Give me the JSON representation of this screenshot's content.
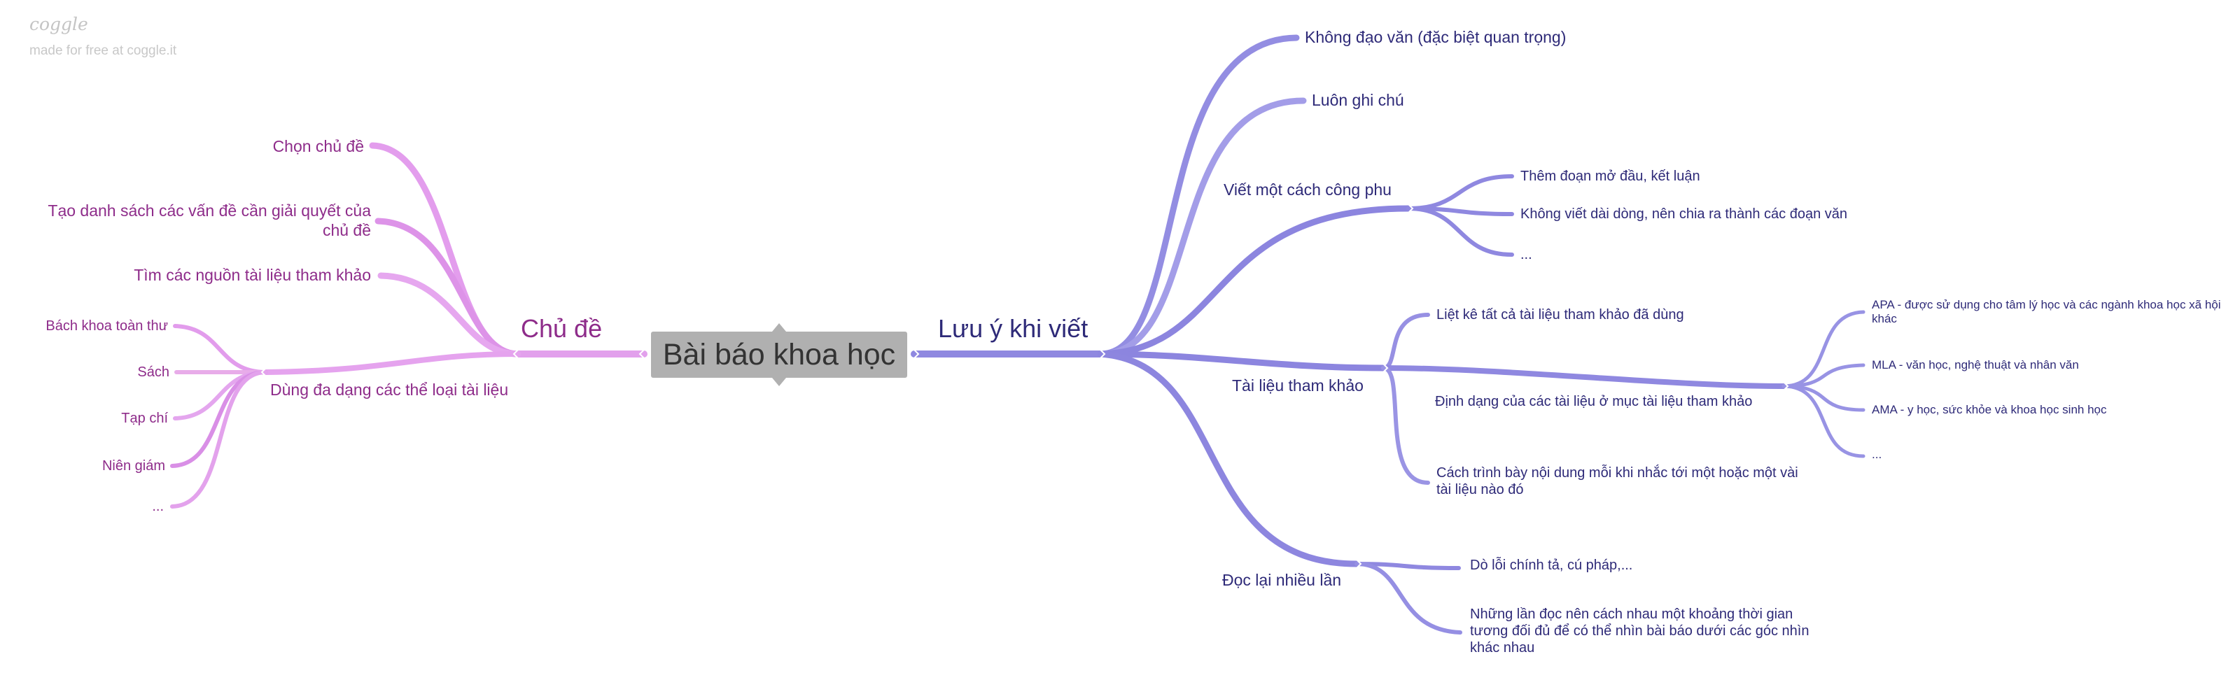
{
  "brand": {
    "logo": "coggle",
    "tagline": "made for free at coggle.it"
  },
  "root": "Bài báo khoa học",
  "left": {
    "topic": "Chủ đề",
    "items": [
      "Chọn chủ đề",
      "Tạo danh sách các vấn đề cần giải quyết của chủ đề",
      "Tìm các nguồn tài liệu tham khảo"
    ],
    "diverse": {
      "label": "Dùng đa dạng các thể loại tài liệu",
      "items": [
        "Bách khoa toàn thư",
        "Sách",
        "Tạp chí",
        "Niên giám",
        "..."
      ]
    }
  },
  "right": {
    "topic": "Lưu ý khi viết",
    "plagiarism": "Không đạo văn (đặc biệt quan trọng)",
    "notes": "Luôn ghi chú",
    "careful": {
      "label": "Viết một cách công phu",
      "items": [
        "Thêm đoạn mở đầu, kết luận",
        "Không viết dài dòng, nên chia ra thành các đoạn văn",
        "..."
      ]
    },
    "references": {
      "label": "Tài liệu tham khảo",
      "list_all": "Liệt kê tất cả tài liệu tham khảo đã dùng",
      "format": {
        "label": "Định dạng của các tài liệu ở mục tài liệu tham khảo",
        "items": [
          "APA - được sử dụng cho tâm lý học và các ngành khoa học xã hội khác",
          "MLA - văn học, nghệ thuật và nhân văn",
          "AMA - y học, sức khỏe và khoa học sinh học",
          "..."
        ]
      },
      "cite": "Cách trình bày nội dung mỗi khi nhắc tới một hoặc một vài tài liệu nào đó"
    },
    "reread": {
      "label": "Đọc lại nhiều lần",
      "items": [
        "Dò lỗi chính tả, cú pháp,...",
        "Những lần đọc nên cách nhau một khoảng thời gian tương đối đủ để có thể nhìn bài báo dưới các góc nhìn khác nhau"
      ]
    }
  },
  "colors": {
    "left_branch": "#dc8ae6",
    "right_branch": "#8f88e0",
    "left_text": "#8e2c8a",
    "right_text": "#2e2a78",
    "root_fill": "#b0b0b0",
    "root_text": "#333333"
  }
}
